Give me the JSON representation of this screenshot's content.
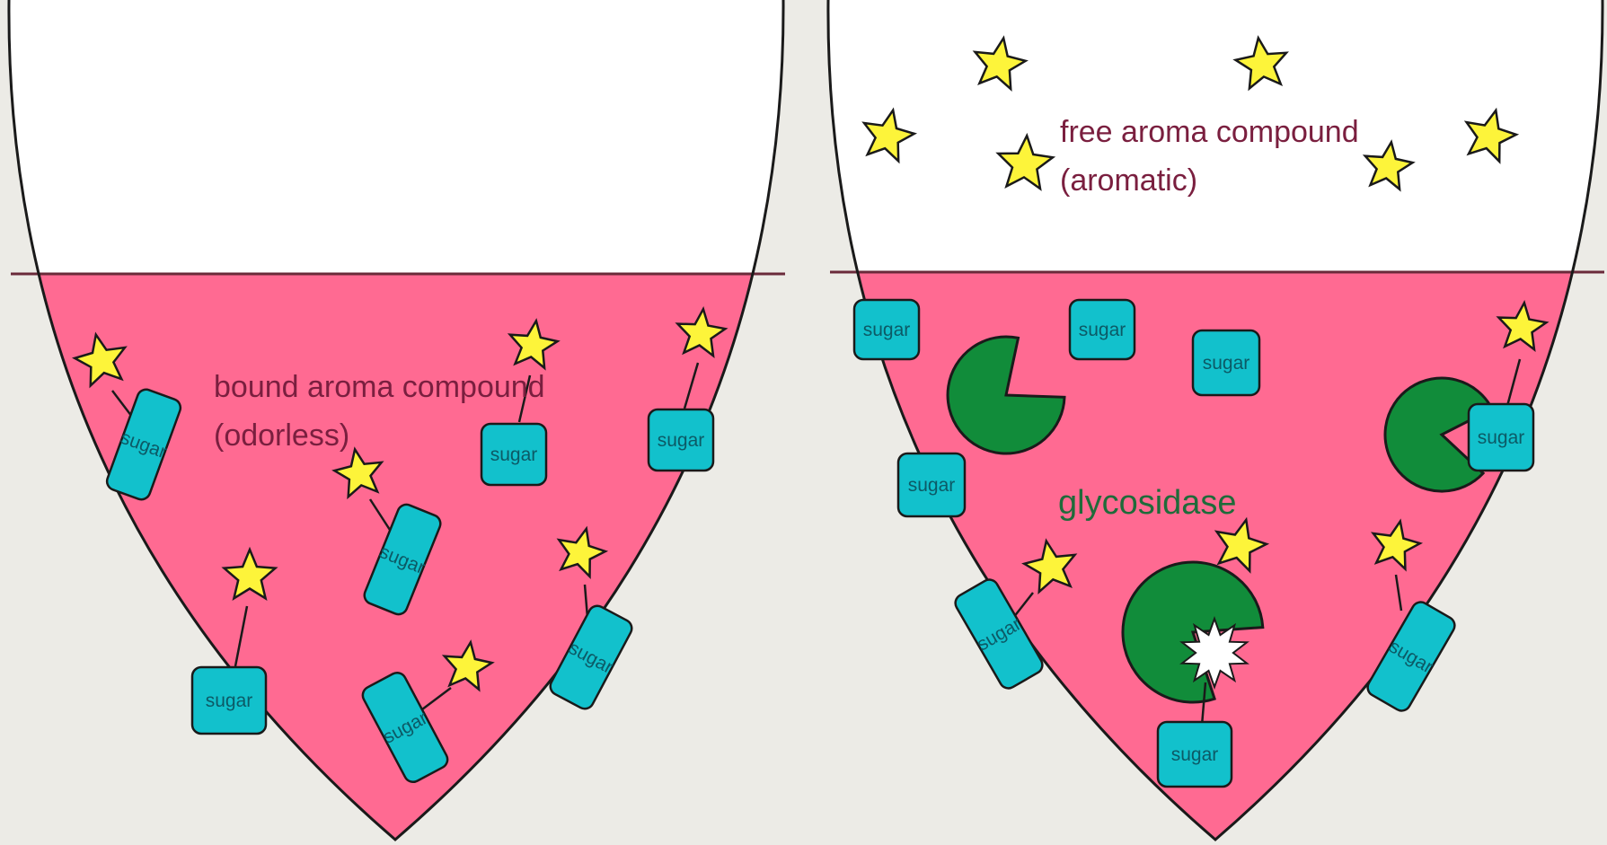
{
  "diagram": {
    "left_panel": {
      "label_line1": "bound aroma compound",
      "label_line2": "(odorless)",
      "sugar_label": "sugar"
    },
    "right_panel": {
      "label_line1": "free aroma compound",
      "label_line2": "(aromatic)",
      "enzyme_label": "glycosidase",
      "sugar_label": "sugar"
    },
    "colors": {
      "background": "#ecebe6",
      "liquid": "#ff6a92",
      "star": "#fdf43a",
      "sugar": "#12c1cc",
      "enzyme": "#118c3a",
      "burst": "#ffffff",
      "outline": "#1a1a1a"
    },
    "icons": [
      "star-icon",
      "sugar-block",
      "enzyme-icon",
      "burst-icon"
    ]
  }
}
